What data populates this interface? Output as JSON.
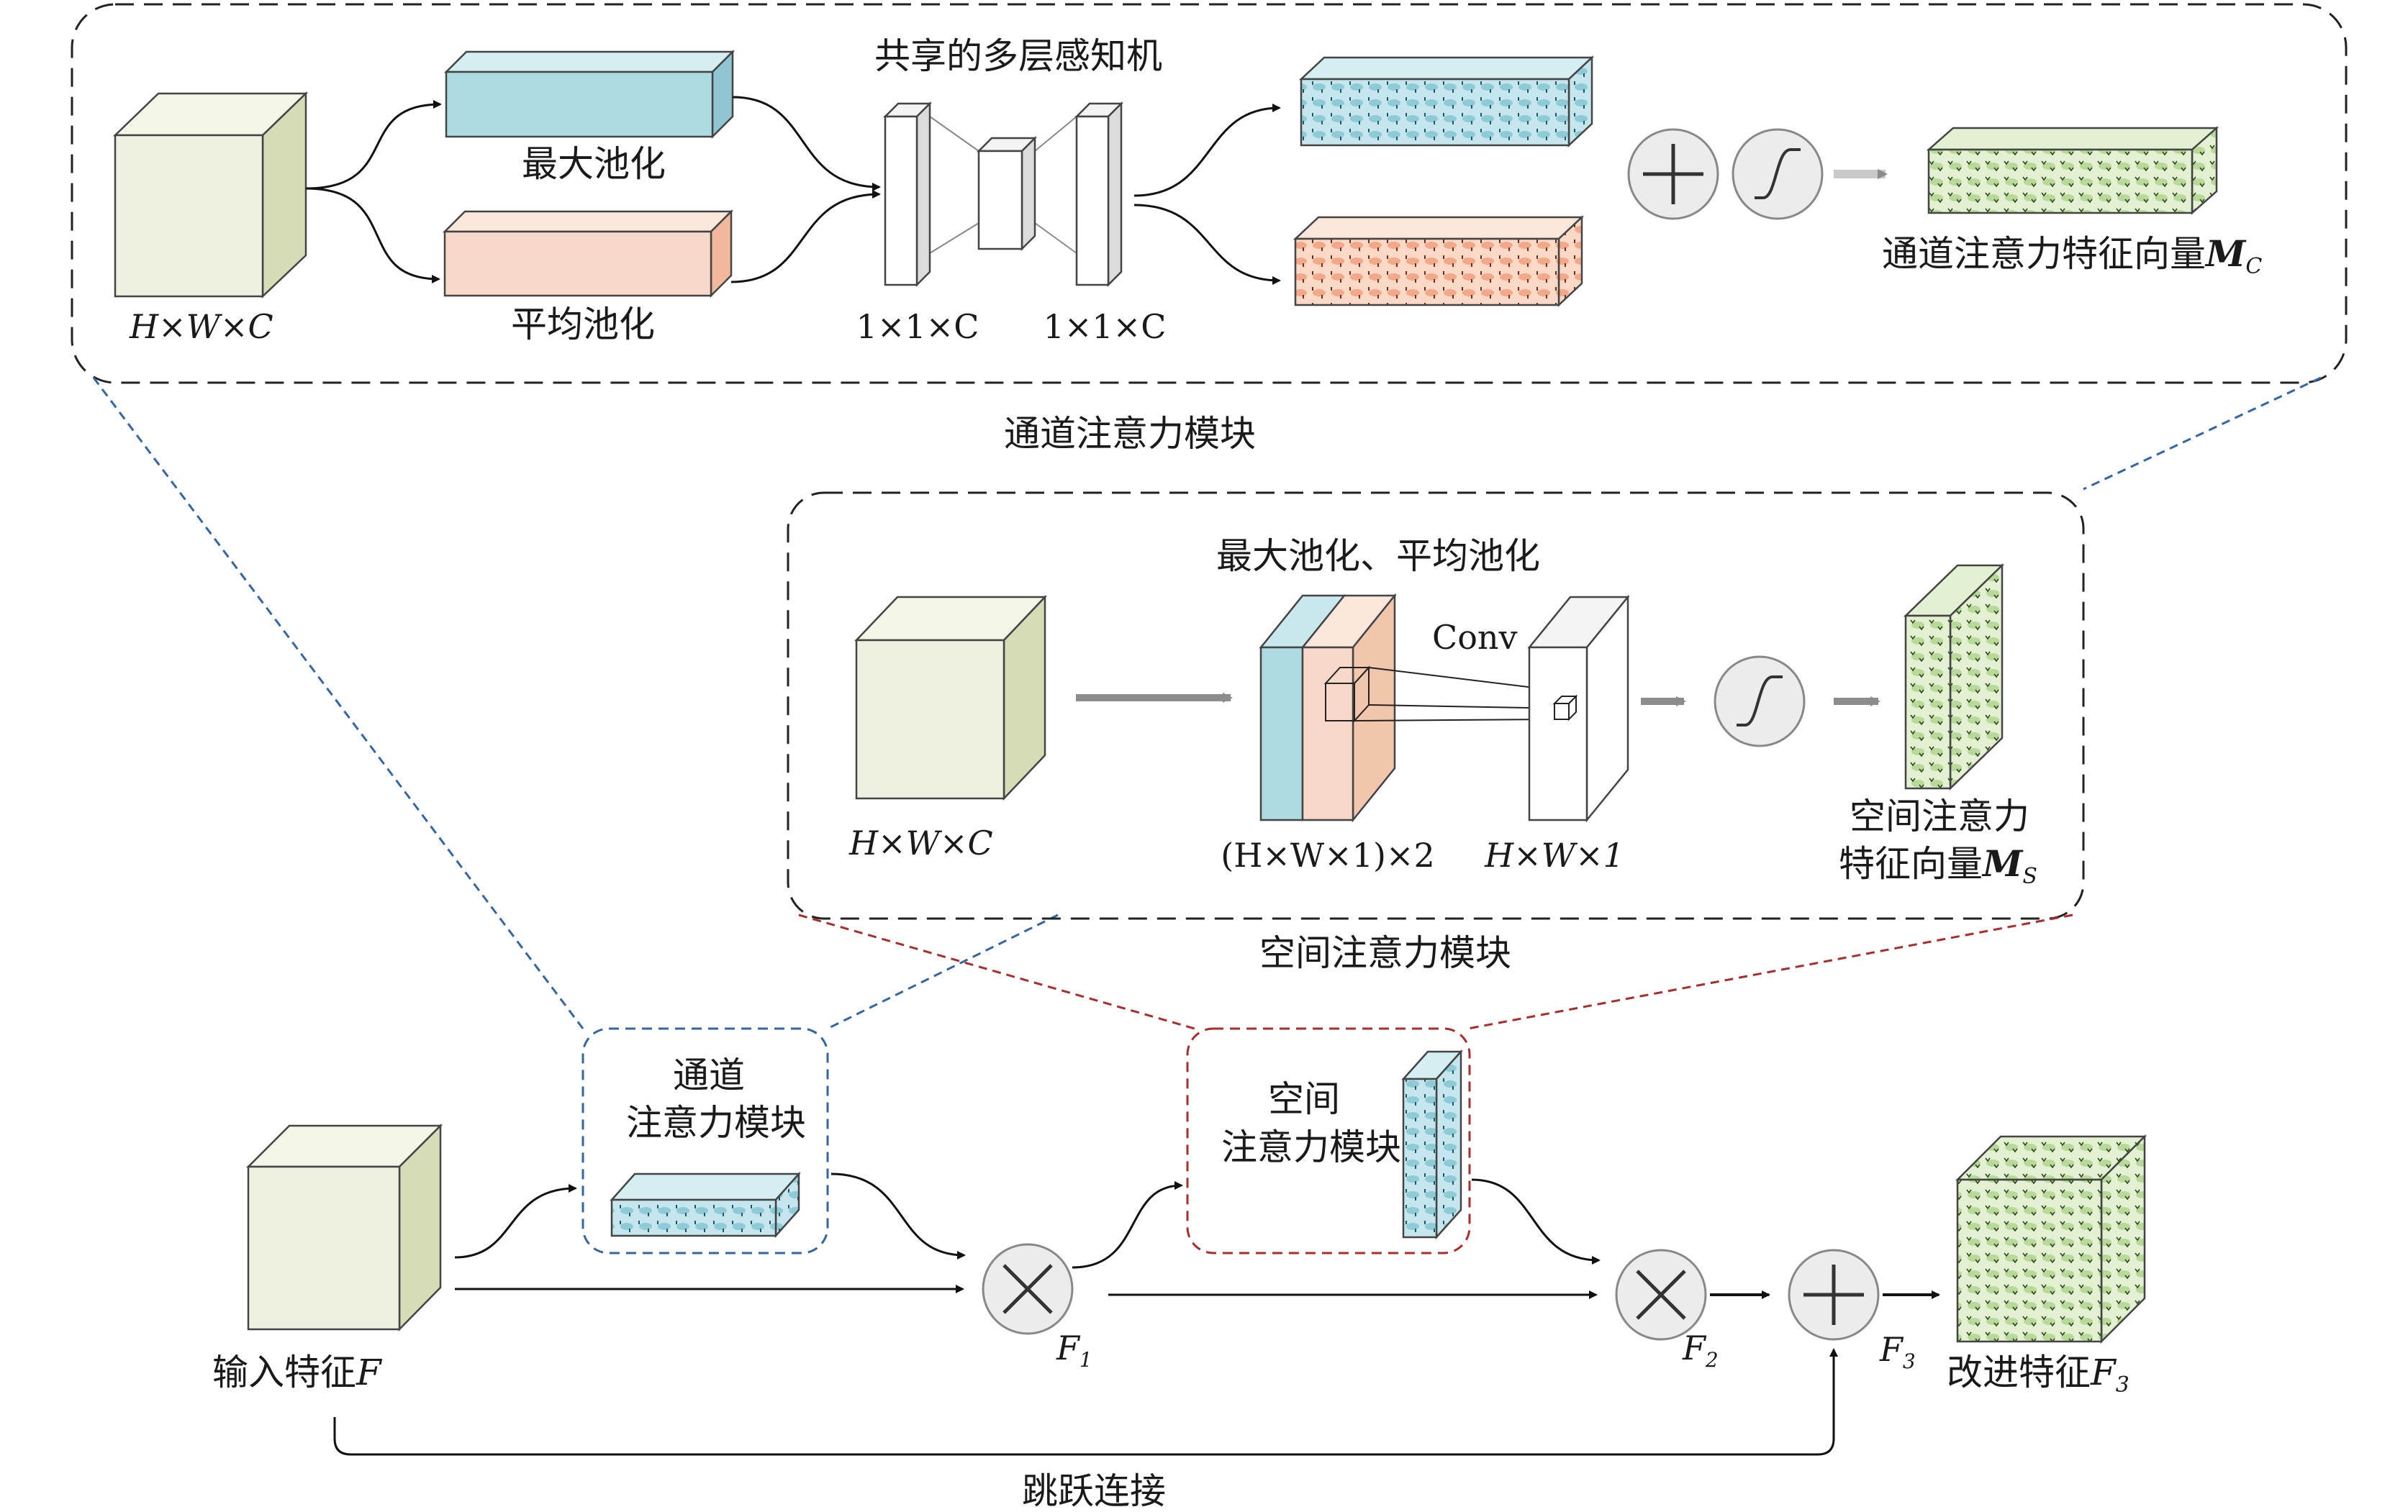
{
  "channel_module": {
    "title": "通道注意力模块",
    "shared_mlp": "共享的多层感知机",
    "input_dims": "H×W×C",
    "max_pool": "最大池化",
    "avg_pool": "平均池化",
    "mlp_dims_1": "1×1×C",
    "mlp_dims_2": "1×1×C",
    "output_label": "通道注意力特征向量",
    "output_symbol": "M",
    "output_sub": "C"
  },
  "spatial_module": {
    "title": "空间注意力模块",
    "pooling": "最大池化、平均池化",
    "conv": "Conv",
    "input_dims": "H×W×C",
    "stack_dims": "(H×W×1)×2",
    "conv_dims": "H×W×1",
    "output_label_1": "空间注意力",
    "output_label_2": "特征向量",
    "output_symbol": "M",
    "output_sub": "S"
  },
  "pipeline": {
    "input_label": "输入特征",
    "input_symbol": "F",
    "channel_box_1": "通道",
    "channel_box_2": "注意力模块",
    "spatial_box_1": "空间",
    "spatial_box_2": "注意力模块",
    "f1": "F",
    "f1_sub": "1",
    "f2": "F",
    "f2_sub": "2",
    "f3": "F",
    "f3_sub": "3",
    "output_label": "改进特征",
    "output_symbol": "F",
    "output_sub": "3",
    "skip": "跳跃连接"
  },
  "colors": {
    "cream": "#eef1e0",
    "cream_side": "#d5dcb6",
    "cyan": "#aedbe2",
    "salmon": "#f8d8c8",
    "green": "#d6e9c0",
    "blue_dash": "#3465a4",
    "red_dash": "#a82e2e"
  }
}
